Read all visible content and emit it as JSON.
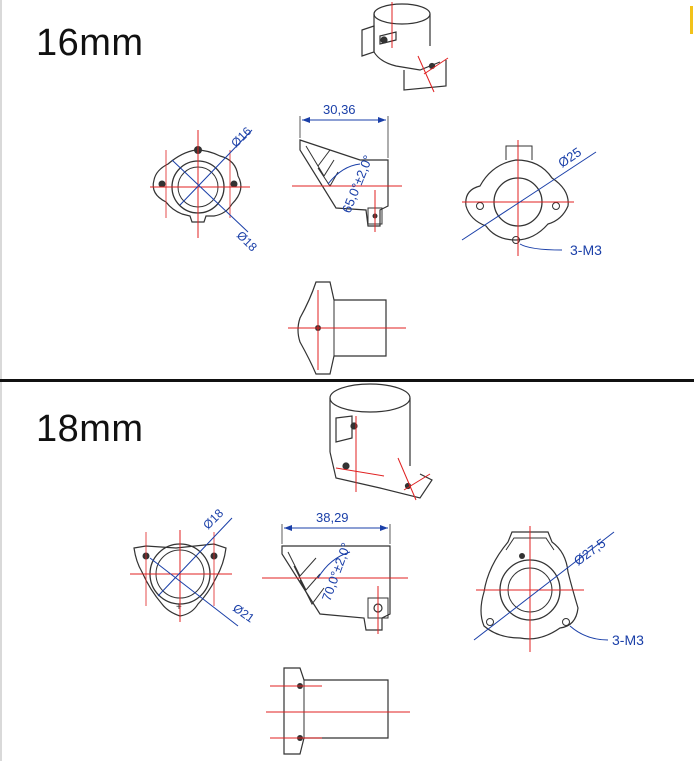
{
  "sections": [
    {
      "title": "16mm",
      "dimensions": {
        "inner_diameter": "Ø16",
        "outer_diameter": "Ø18",
        "width": "30,36",
        "angle": "65,0°±2,0°",
        "mount_diameter": "Ø25",
        "screws": "3-M3"
      }
    },
    {
      "title": "18mm",
      "dimensions": {
        "inner_diameter": "Ø18",
        "outer_diameter": "Ø21",
        "width": "38,29",
        "angle": "70,0°±2,0°",
        "mount_diameter": "Ø27,5",
        "screws": "3-M3"
      }
    }
  ],
  "colors": {
    "part_outline": "#333333",
    "dimension": "#1a3fa8",
    "centerline": "#e02020",
    "divider": "#111111",
    "accent_mark": "#f2c21a"
  }
}
